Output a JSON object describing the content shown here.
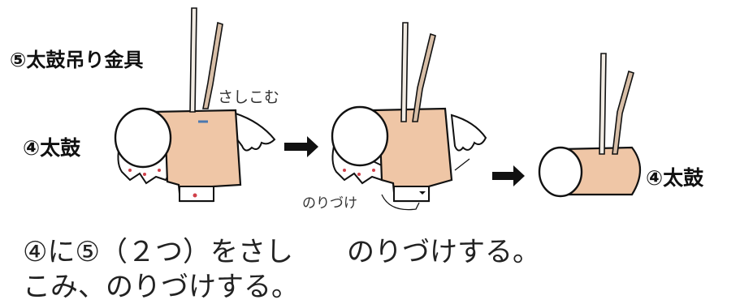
{
  "labels": {
    "part5": "⑤太鼓吊り金具",
    "part4_left": "④太鼓",
    "part4_right": "④太鼓",
    "sashikomu": "さしこむ",
    "noridzuke": "のりづけ"
  },
  "instructions": {
    "step1_line1": "④に⑤（２つ）をさし",
    "step1_line2": "こみ、のりづけする。",
    "step2": "のりづけする。"
  },
  "colors": {
    "paper": "#efc6a6",
    "strap": "#d8bfa8",
    "outline": "#111111",
    "dot": "#d0404a"
  }
}
